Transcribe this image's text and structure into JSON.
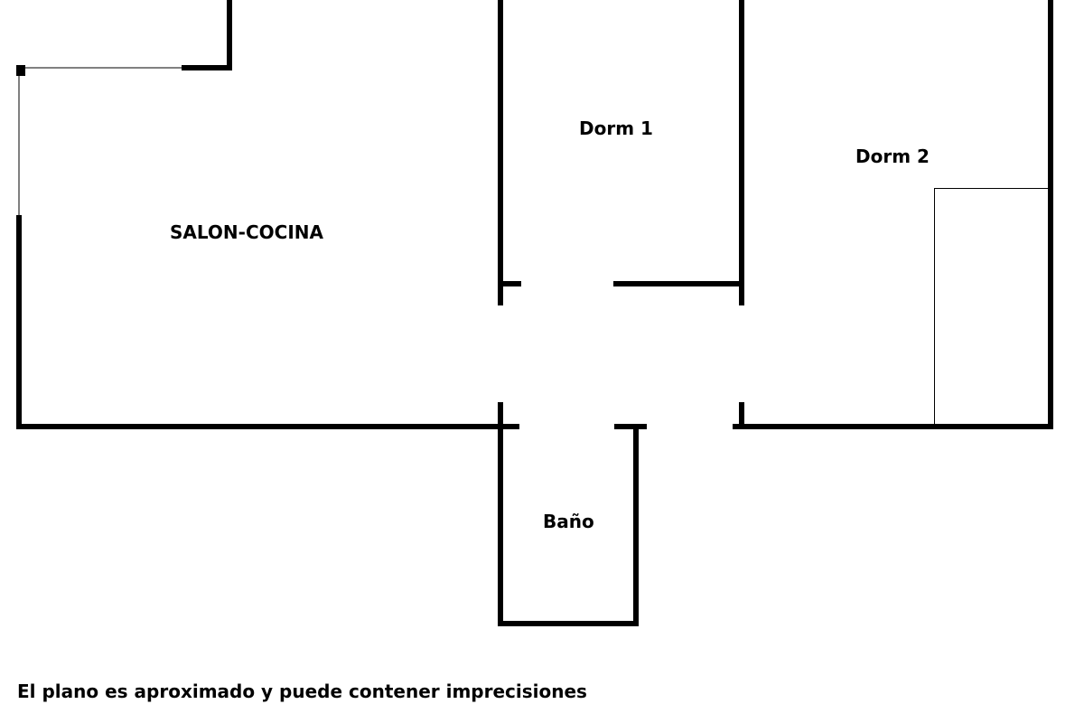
{
  "rooms": {
    "salon_cocina": "SALON-COCINA",
    "dorm1": "Dorm 1",
    "dorm2": "Dorm 2",
    "bano": "Baño"
  },
  "note": "El plano es aproximado y puede contener imprecisiones",
  "colors": {
    "wall": "#000000",
    "background": "#ffffff"
  }
}
